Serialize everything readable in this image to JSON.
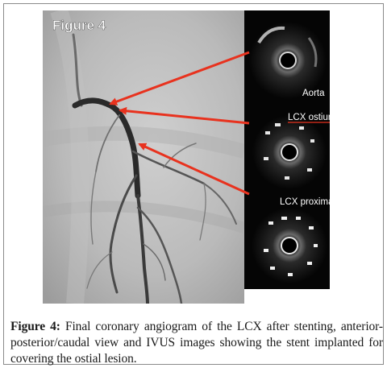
{
  "figure": {
    "panel_title": "Figure 4",
    "ivus_labels": {
      "top": "Aorta",
      "middle": "LCX ostium",
      "bottom": "LCX proximal"
    },
    "colors": {
      "arrow": "#e8321e",
      "ivus_background": "#050505",
      "angiogram_background": "#bdbdbd"
    }
  },
  "caption": {
    "label": "Figure 4:",
    "text": " Final coronary angiogram of the LCX after stenting, anterior-posterior/caudal view and IVUS images showing the stent implanted for covering the ostial lesion."
  }
}
